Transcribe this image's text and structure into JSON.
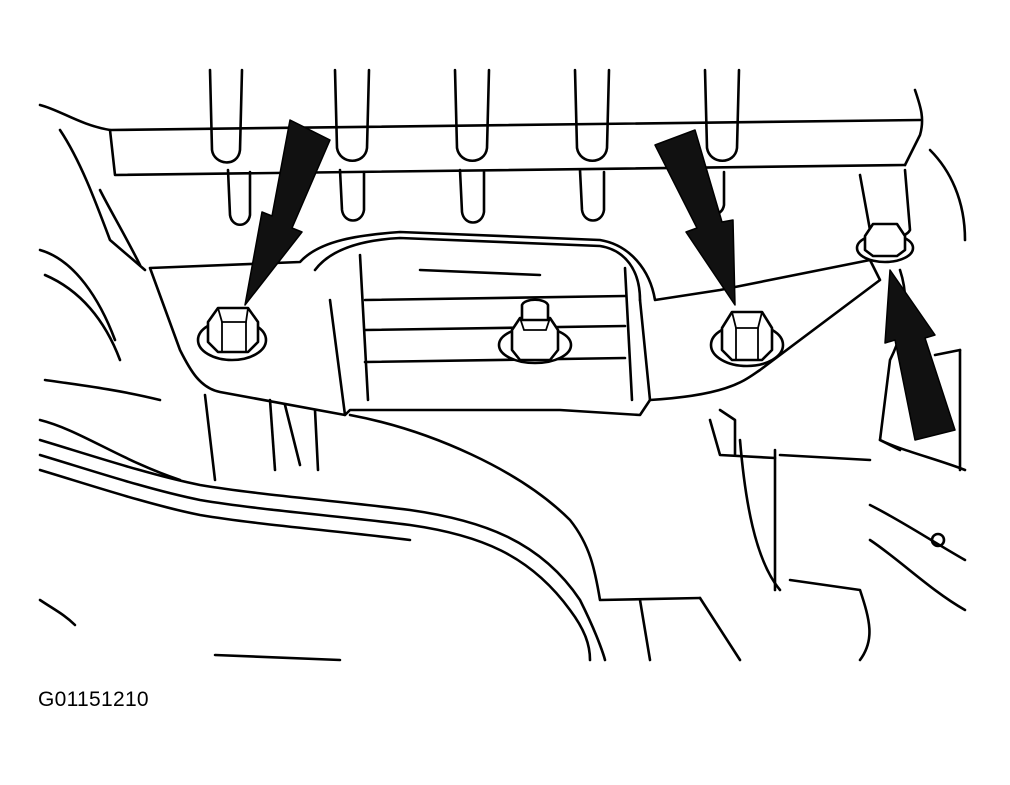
{
  "figure": {
    "id_label": "G01151210"
  },
  "colors": {
    "line": "#000000",
    "background": "#ffffff",
    "arrow_fill": "#111111"
  },
  "parts": {
    "bolts": [
      "bolt-left",
      "bolt-center",
      "bolt-right",
      "bolt-far-right"
    ],
    "arrows": [
      "arrow-left",
      "arrow-center-right",
      "arrow-far-right"
    ]
  }
}
